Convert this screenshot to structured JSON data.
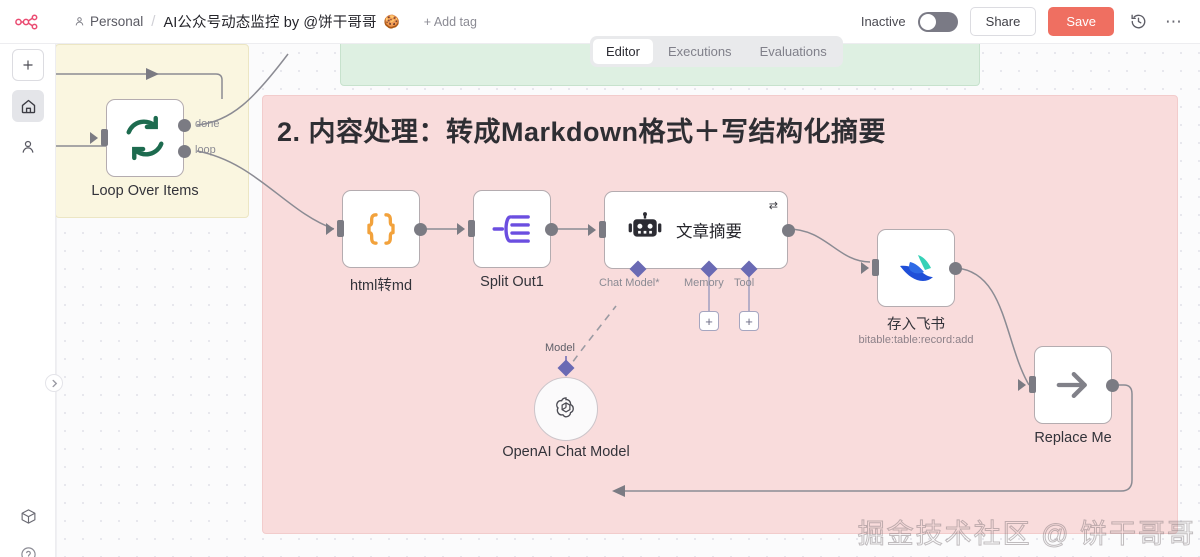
{
  "topbar": {
    "logo_icon": "n8n-logo-icon",
    "breadcrumb_project": "Personal",
    "breadcrumb_separator": "/",
    "workflow_title": "AI公众号动态监控 by @饼干哥哥",
    "workflow_title_emoji": "🍪",
    "add_tag_label": "+ Add tag",
    "activation_label": "Inactive",
    "share_label": "Share",
    "save_label": "Save",
    "history_icon": "history-icon",
    "more_icon": "ellipsis-icon",
    "save_color": "#ef6f61"
  },
  "tabs": [
    {
      "label": "Editor",
      "active": true
    },
    {
      "label": "Executions",
      "active": false
    },
    {
      "label": "Evaluations",
      "active": false
    }
  ],
  "sidebar": {
    "items": [
      {
        "name": "add-button",
        "icon": "plus-icon"
      },
      {
        "name": "home-button",
        "icon": "home-icon",
        "active": true
      },
      {
        "name": "account-button",
        "icon": "user-icon"
      },
      {
        "name": "templates-button",
        "icon": "package-icon"
      },
      {
        "name": "help-button",
        "icon": "help-icon"
      }
    ],
    "collapse_icon": "chevron-right-icon"
  },
  "canvas": {
    "regions": [
      {
        "name": "sticky-note-yellow",
        "title": "",
        "color": "#faf6e0"
      },
      {
        "name": "sticky-note-green",
        "title": "",
        "color": "#def0e2"
      },
      {
        "name": "sticky-note-pink",
        "title": "2. 内容处理：转成Markdown格式＋写结构化摘要",
        "color": "#f9dcdc"
      }
    ],
    "nodes": [
      {
        "id": "loop-over-items",
        "label": "Loop Over Items",
        "sublabel": "",
        "icon": "loop-refresh-icon",
        "outputs": [
          "done",
          "loop"
        ]
      },
      {
        "id": "html-to-md",
        "label": "html转md",
        "sublabel": "",
        "icon": "code-braces-icon",
        "outputs": []
      },
      {
        "id": "split-out-1",
        "label": "Split Out1",
        "sublabel": "",
        "icon": "split-out-icon",
        "outputs": []
      },
      {
        "id": "article-summary-agent",
        "label": "文章摘要",
        "sublabel": "",
        "icon": "ai-agent-robot-icon",
        "retry_icon": "retry-icon",
        "sub_ports": [
          "Chat Model*",
          "Memory",
          "Tool"
        ]
      },
      {
        "id": "openai-chat-model",
        "label": "OpenAI Chat Model",
        "sublabel": "",
        "icon": "openai-icon",
        "port_label": "Model"
      },
      {
        "id": "save-to-feishu",
        "label": "存入飞书",
        "sublabel": "bitable:table:record:add",
        "icon": "feishu-lark-icon",
        "outputs": []
      },
      {
        "id": "replace-me",
        "label": "Replace Me",
        "sublabel": "",
        "icon": "arrow-right-icon",
        "outputs": []
      }
    ]
  },
  "watermark": "掘金技术社区 @ 饼干哥哥"
}
